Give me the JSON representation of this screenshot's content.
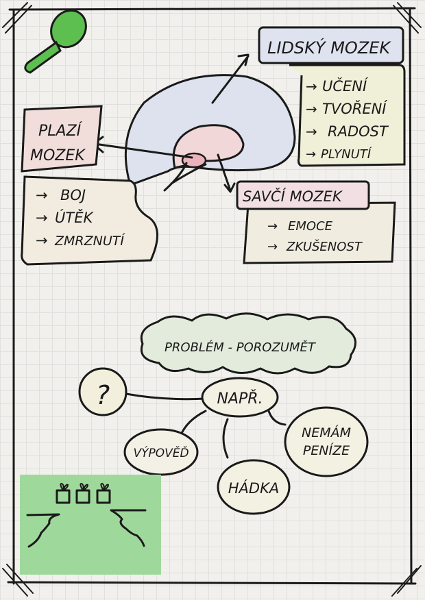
{
  "human_brain": {
    "title": "LIDSKÝ MOZEK",
    "items": [
      "UČENÍ",
      "TVOŘENÍ",
      "RADOST",
      "PLYNUTÍ"
    ]
  },
  "reptile_brain": {
    "title_line1": "PLAZÍ",
    "title_line2": "MOZEK",
    "items": [
      "BOJ",
      "ÚTĚK",
      "ZMRZNUTÍ"
    ]
  },
  "mammal_brain": {
    "title": "SAVČÍ MOZEK",
    "items": [
      "EMOCE",
      "ZKUŠENOST"
    ]
  },
  "arrow_glyph": "→",
  "cloud": {
    "text": "PROBLÉM - POROZUMĚT"
  },
  "question": {
    "text": "?"
  },
  "mindmap": {
    "center": "NAPŘ.",
    "branches": [
      "VÝPOVĚĎ",
      "HÁDKA"
    ],
    "branch3_line1": "NEMÁM",
    "branch3_line2": "PENÍZE"
  },
  "colors": {
    "sticky_note": "#9ed99b",
    "blue_fill": "#d9deea",
    "red_fill": "#f0d6d6",
    "yellow_fill": "#f3f0cc",
    "green_fill": "#cfe6c8"
  }
}
